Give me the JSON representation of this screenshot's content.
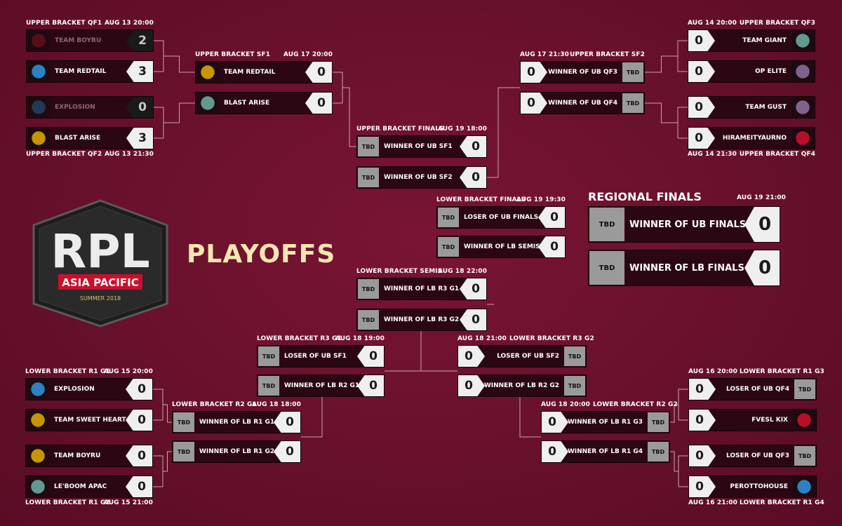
{
  "page": {
    "playoffs": "PLAYOFFS",
    "logo_main": "RPL",
    "logo_region": "ASIA PACIFIC",
    "logo_season": "SUMMER 2018",
    "regional_finals_title": "REGIONAL FINALS",
    "regional_finals_time": "AUG 19 21:00"
  },
  "colors": {
    "background": "#6b0f2b",
    "slot": "#2b0714",
    "score_light": "#efefef",
    "score_dark": "#1a1a1a",
    "tbd": "#9a9a9a",
    "title_cream": "#f3e8b0"
  },
  "matches": [
    {
      "id": "ubqf1",
      "label": "UPPER BRACKET QF1",
      "time": "AUG 13 20:00",
      "side": "left",
      "teams": [
        {
          "name": "TEAM BOYRU",
          "score": "2",
          "logo": "img",
          "dim": true
        },
        {
          "name": "TEAM REDTAIL",
          "score": "3",
          "logo": "img"
        }
      ]
    },
    {
      "id": "ubqf2",
      "label": "UPPER BRACKET QF2",
      "time": "AUG 13 21:30",
      "side": "left",
      "labelBelow": true,
      "teams": [
        {
          "name": "EXPLOSION",
          "score": "0",
          "logo": "img",
          "dim": true
        },
        {
          "name": "BLAST ARISE",
          "score": "3",
          "logo": "img"
        }
      ]
    },
    {
      "id": "ubsf1",
      "label": "UPPER BRACKET SF1",
      "time": "AUG 17 20:00",
      "side": "left",
      "teams": [
        {
          "name": "TEAM REDTAIL",
          "score": "0",
          "logo": "img"
        },
        {
          "name": "BLAST ARISE",
          "score": "0",
          "logo": "img"
        }
      ]
    },
    {
      "id": "ubqf3",
      "label": "UPPER BRACKET QF3",
      "time": "AUG 14 20:00",
      "side": "right",
      "teams": [
        {
          "name": "TEAM GIANT",
          "score": "0",
          "logo": "img"
        },
        {
          "name": "OP ELITE",
          "score": "0",
          "logo": "img"
        }
      ]
    },
    {
      "id": "ubqf4",
      "label": "UPPER BRACKET QF4",
      "time": "AUG 14 21:30",
      "side": "right",
      "labelBelow": true,
      "teams": [
        {
          "name": "TEAM GUST",
          "score": "0",
          "logo": "img"
        },
        {
          "name": "HIRAMEITYAURNO",
          "score": "0",
          "logo": "img"
        }
      ]
    },
    {
      "id": "ubsf2",
      "label": "UPPER BRACKET SF2",
      "time": "AUG 17 21:30",
      "side": "right",
      "teams": [
        {
          "name": "WINNER OF UB QF3",
          "score": "0",
          "logo": "tbd"
        },
        {
          "name": "WINNER OF UB QF4",
          "score": "0",
          "logo": "tbd"
        }
      ]
    },
    {
      "id": "ubf",
      "label": "UPPER BRACKET FINALS",
      "time": "AUG 19 18:00",
      "side": "left",
      "teams": [
        {
          "name": "WINNER OF UB SF1",
          "score": "0",
          "logo": "tbd"
        },
        {
          "name": "WINNER OF UB SF2",
          "score": "0",
          "logo": "tbd"
        }
      ]
    },
    {
      "id": "lbf",
      "label": "LOWER BRACKET FINALS",
      "time": "AUG 19 19:30",
      "side": "left",
      "teams": [
        {
          "name": "LOSER OF UB FINALS",
          "score": "0",
          "logo": "tbd"
        },
        {
          "name": "WINNER OF LB SEMIS",
          "score": "0",
          "logo": "tbd"
        }
      ]
    },
    {
      "id": "lbs",
      "label": "LOWER BRACKET SEMIS",
      "time": "AUG 18 22:00",
      "side": "left",
      "teams": [
        {
          "name": "WINNER OF LB R3 G1",
          "score": "0",
          "logo": "tbd"
        },
        {
          "name": "WINNER OF LB R3 G2",
          "score": "0",
          "logo": "tbd"
        }
      ]
    },
    {
      "id": "lbr3g1",
      "label": "LOWER BRACKET R3 G1",
      "time": "AUG 18 19:00",
      "side": "left",
      "teams": [
        {
          "name": "LOSER OF UB SF1",
          "score": "0",
          "logo": "tbd"
        },
        {
          "name": "WINNER OF LB R2 G1",
          "score": "0",
          "logo": "tbd"
        }
      ]
    },
    {
      "id": "lbr3g2",
      "label": "LOWER BRACKET R3 G2",
      "time": "AUG 18 21:00",
      "side": "right",
      "teams": [
        {
          "name": "LOSER OF UB SF2",
          "score": "0",
          "logo": "tbd"
        },
        {
          "name": "WINNER OF LB R2 G2",
          "score": "0",
          "logo": "tbd"
        }
      ]
    },
    {
      "id": "lbr1g1",
      "label": "LOWER BRACKET R1 G1",
      "time": "AUG 15 20:00",
      "side": "left",
      "teams": [
        {
          "name": "EXPLOSION",
          "score": "0",
          "logo": "img"
        },
        {
          "name": "TEAM SWEET HEART",
          "score": "0",
          "logo": "img"
        }
      ]
    },
    {
      "id": "lbr1g2",
      "label": "LOWER BRACKET R1 G2",
      "time": "AUG 15 21:00",
      "side": "left",
      "labelBelow": true,
      "teams": [
        {
          "name": "TEAM BOYRU",
          "score": "0",
          "logo": "img"
        },
        {
          "name": "LE'BOOM APAC",
          "score": "0",
          "logo": "img"
        }
      ]
    },
    {
      "id": "lbr2g1",
      "label": "LOWER BRACKET R2 G1",
      "time": "AUG 18 18:00",
      "side": "left",
      "teams": [
        {
          "name": "WINNER OF LB R1 G1",
          "score": "0",
          "logo": "tbd"
        },
        {
          "name": "WINNER OF LB R1 G2",
          "score": "0",
          "logo": "tbd"
        }
      ]
    },
    {
      "id": "lbr1g3",
      "label": "LOWER BRACKET R1 G3",
      "time": "AUG 16 20:00",
      "side": "right",
      "teams": [
        {
          "name": "LOSER OF UB QF4",
          "score": "0",
          "logo": "tbd"
        },
        {
          "name": "FVESL KIX",
          "score": "0",
          "logo": "img"
        }
      ]
    },
    {
      "id": "lbr1g4",
      "label": "LOWER BRACKET R1 G4",
      "time": "AUG 16 21:00",
      "side": "right",
      "labelBelow": true,
      "teams": [
        {
          "name": "LOSER OF UB QF3",
          "score": "0",
          "logo": "tbd"
        },
        {
          "name": "PEROTTOHOUSE",
          "score": "0",
          "logo": "img"
        }
      ]
    },
    {
      "id": "lbr2g2",
      "label": "LOWER BRACKET R2 G2",
      "time": "AUG 18 20:00",
      "side": "right",
      "teams": [
        {
          "name": "WINNER OF LB R1 G3",
          "score": "0",
          "logo": "tbd"
        },
        {
          "name": "WINNER OF LB R1 G4",
          "score": "0",
          "logo": "tbd"
        }
      ]
    },
    {
      "id": "rf",
      "side": "left",
      "big": true,
      "teams": [
        {
          "name": "WINNER OF UB FINALS",
          "score": "0",
          "logo": "tbd"
        },
        {
          "name": "WINNER OF LB FINALS",
          "score": "0",
          "logo": "tbd"
        }
      ]
    }
  ]
}
